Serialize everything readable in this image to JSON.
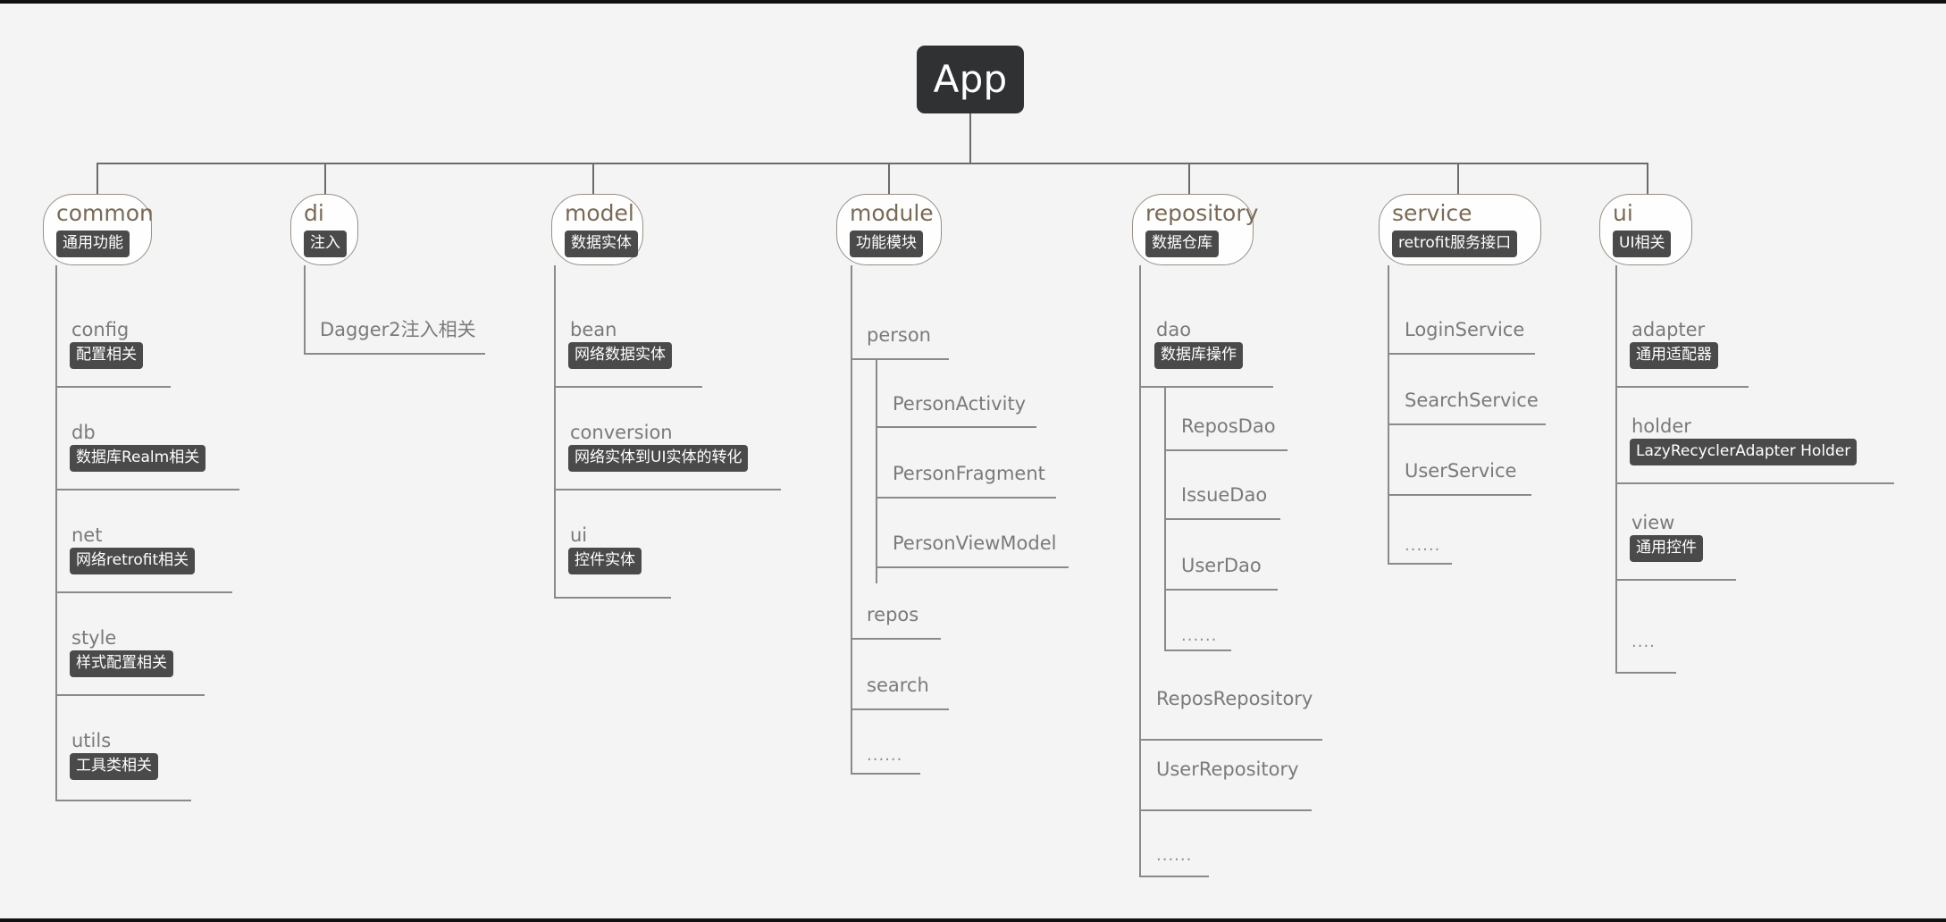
{
  "diagram": {
    "type": "tree",
    "root": {
      "label": "App"
    },
    "branches": [
      {
        "label": "common",
        "badge": "通用功能",
        "children": [
          {
            "label": "config",
            "badge": "配置相关"
          },
          {
            "label": "db",
            "badge": "数据库Realm相关"
          },
          {
            "label": "net",
            "badge": "网络retrofit相关"
          },
          {
            "label": "style",
            "badge": "样式配置相关"
          },
          {
            "label": "utils",
            "badge": "工具类相关"
          }
        ]
      },
      {
        "label": "di",
        "badge": "注入",
        "children": [
          {
            "label": "Dagger2注入相关",
            "badge": ""
          }
        ]
      },
      {
        "label": "model",
        "badge": "数据实体",
        "children": [
          {
            "label": "bean",
            "badge": "网络数据实体"
          },
          {
            "label": "conversion",
            "badge": "网络实体到UI实体的转化"
          },
          {
            "label": "ui",
            "badge": "控件实体"
          }
        ]
      },
      {
        "label": "module",
        "badge": "功能模块",
        "children": [
          {
            "label": "person",
            "badge": ""
          },
          {
            "label": "PersonActivity",
            "badge": ""
          },
          {
            "label": "PersonFragment",
            "badge": ""
          },
          {
            "label": "PersonViewModel",
            "badge": ""
          },
          {
            "label": "repos",
            "badge": ""
          },
          {
            "label": "search",
            "badge": ""
          },
          {
            "label": "......",
            "badge": ""
          }
        ]
      },
      {
        "label": "repository",
        "badge": "数据仓库",
        "children": [
          {
            "label": "dao",
            "badge": "数据库操作"
          },
          {
            "label": "ReposDao",
            "badge": ""
          },
          {
            "label": "IssueDao",
            "badge": ""
          },
          {
            "label": "UserDao",
            "badge": ""
          },
          {
            "label": "......",
            "badge": ""
          },
          {
            "label": "ReposRepository",
            "badge": ""
          },
          {
            "label": "UserRepository",
            "badge": ""
          },
          {
            "label": "......",
            "badge": ""
          }
        ]
      },
      {
        "label": "service",
        "badge": "retrofit服务接口",
        "children": [
          {
            "label": "LoginService",
            "badge": ""
          },
          {
            "label": "SearchService",
            "badge": ""
          },
          {
            "label": "UserService",
            "badge": ""
          },
          {
            "label": "......",
            "badge": ""
          }
        ]
      },
      {
        "label": "ui",
        "badge": "UI相关",
        "children": [
          {
            "label": "adapter",
            "badge": "通用适配器"
          },
          {
            "label": "holder",
            "badge": "LazyRecyclerAdapter Holder"
          },
          {
            "label": "view",
            "badge": "通用控件"
          },
          {
            "label": "....",
            "badge": ""
          }
        ]
      }
    ]
  },
  "colors": {
    "background": "#f4f4f4",
    "root_fill": "#2f3133",
    "root_text": "#ffffff",
    "node_border": "#9a8f85",
    "node_title": "#7a6a55",
    "leaf_title": "#7a7a7a",
    "badge_fill": "#4a4a4a",
    "badge_text": "#ffffff",
    "edge": "#6b6b6b"
  }
}
